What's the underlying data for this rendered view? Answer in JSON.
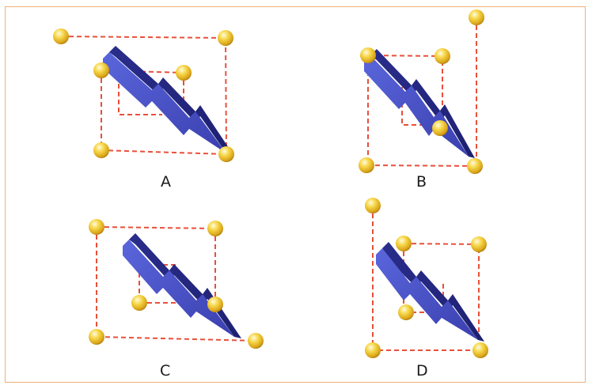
{
  "panels": [
    {
      "id": "A",
      "label": "A"
    },
    {
      "id": "B",
      "label": "B"
    },
    {
      "id": "C",
      "label": "C"
    },
    {
      "id": "D",
      "label": "D"
    }
  ],
  "colors": {
    "border": "#f0b07a",
    "dashed_line": "#e8503a",
    "ball": "#f6cf3a",
    "bolt": "#4a52c8"
  }
}
